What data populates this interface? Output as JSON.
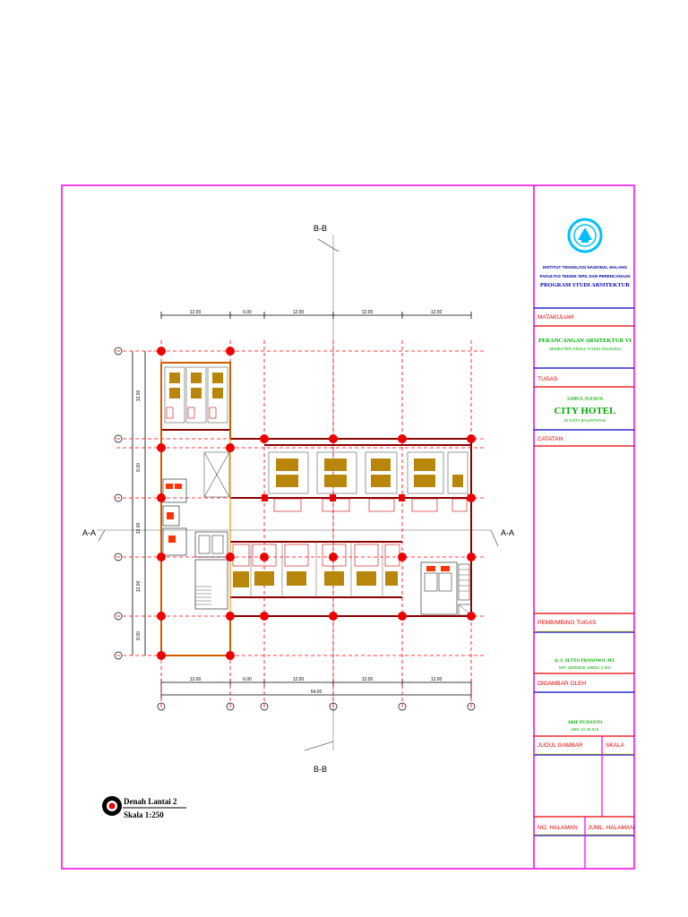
{
  "sections": {
    "top": "B-B",
    "bottom": "B-B",
    "left": "A-A",
    "right": "A-A"
  },
  "dimensions": {
    "top": [
      "12.00",
      "6.00",
      "12.00",
      "12.00",
      "12.00"
    ],
    "bottom": [
      "12.00",
      "6.00",
      "12.00",
      "12.00",
      "12.00"
    ],
    "total": "54.00",
    "left": [
      "12.00",
      "8.00",
      "12.00",
      "12.00",
      "8.00"
    ]
  },
  "plan_label": {
    "title": "Denah Lantai 2",
    "scale": "Skala 1:250"
  },
  "title_block": {
    "institution_line1": "INSTITUT TEKNOLOGI NASIONAL MALANG",
    "institution_line2": "FAKULTAS TEKNIK SIPIL DAN PERENCANAAN",
    "program": "PROGRAM STUDI ARSITEKTUR",
    "course_label": "MATAKULIAH",
    "course_name": "PERANCANGAN ARSITEKTUR VI",
    "semester": "SEMESTER GENAL TAHUN 2013/1914",
    "task_label": "TUGAS",
    "task_theme": "SIMBOL BUDAYA",
    "task_title": "CITY HOTEL",
    "task_location": "DI KOTA BALIKPAPAN",
    "notes_label": "CATATAN",
    "supervisor_label": "PEMBIMBING TUGAS",
    "supervisor_name": "Ir. S. SETYO PRANOWO, MT.",
    "supervisor_nip": "NIP. 19600000 196001 1 001",
    "drawn_label": "DIGAMBAR OLEH",
    "drawn_name": "ARIF PUJIANTO",
    "drawn_nim": "NIM. 11.22.010",
    "drawing_title_label": "JUDUL GAMBAR",
    "scale_label": "SKALA",
    "page_label": "NO. HALAMAN",
    "pages_label": "JUML. HALAMAN"
  },
  "colors": {
    "border": "#ee00ee",
    "grid_red": "#ff0000",
    "wall": "#8b0000",
    "furniture": "#b8860b",
    "blue_line": "#0000cc",
    "green_text": "#00aa00",
    "red_text": "#ee0000",
    "blue_text": "#0000aa",
    "yellow_line": "#dddd00",
    "logo_cyan": "#00bfff"
  }
}
